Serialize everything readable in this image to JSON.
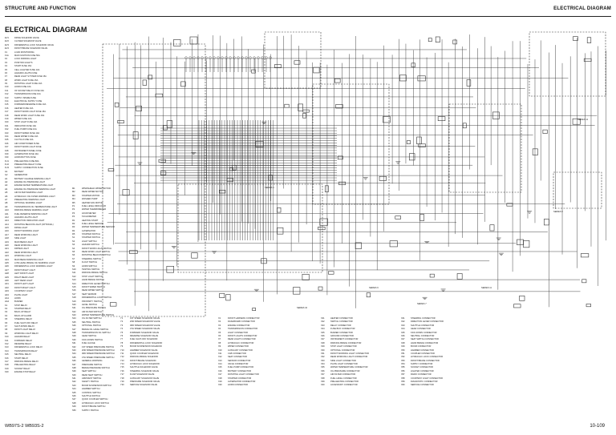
{
  "header": {
    "left": "STRUCTURE AND FUNCTION",
    "right": "ELECTRICAL DIAGRAM"
  },
  "title": "ELECTRICAL DIAGRAM",
  "footer": {
    "left": "WB97S-2  WB93S-2",
    "right": "10-109"
  },
  "legend_left": [
    {
      "code": "EV1",
      "text": "DRIVE SOLENOID VALVE"
    },
    {
      "code": "EV2",
      "text": "CLOSED SOLENOID VALVE"
    },
    {
      "code": "EV3",
      "text": "DIFFERENTIAL LOCK SOLENOID VALVE"
    },
    {
      "code": "EV4",
      "text": "FRONT BRAKE SOLENOID VALVE"
    },
    {
      "code": "F1",
      "text": "LOAD MONITORING"
    },
    {
      "code": "F1A",
      "text": "MAIN IGNITION FUSE 50A"
    },
    {
      "code": "F2",
      "text": "LOCK PARKING LIGHT"
    },
    {
      "code": "F3",
      "text": "POSITION LIGHTS"
    },
    {
      "code": "F4",
      "text": "START FUSE 15A"
    },
    {
      "code": "F5",
      "text": "CELL LIGHTER FUSE 10A"
    },
    {
      "code": "F6",
      "text": "HAZARD LIGHTS FUSE"
    },
    {
      "code": "F7",
      "text": "REAR LIGHT SYSTEM FUSE 15A"
    },
    {
      "code": "F8",
      "text": "WORK LIGHT FUSE 15A"
    },
    {
      "code": "F9",
      "text": "ROTATING LIGHT FUSE 10A"
    },
    {
      "code": "F10",
      "text": "HORN FUSE 10A"
    },
    {
      "code": "F11",
      "text": "OF SOCKET RELAY FUSE 10A"
    },
    {
      "code": "F12",
      "text": "TRANSMISSION FUSE 10A"
    },
    {
      "code": "F13",
      "text": "SUPPLY SPARE FUSE"
    },
    {
      "code": "F14",
      "text": "ELECTRICAL SUPPLY FUSE"
    },
    {
      "code": "F15",
      "text": "FORWARD/REVERSE FUSE 10A"
    },
    {
      "code": "F16",
      "text": "HEATER FUSE 10A"
    },
    {
      "code": "F17",
      "text": "FRONT WORK LIGHT FUSE 15A"
    },
    {
      "code": "F18",
      "text": "REAR WORK LIGHT FUSE 15A"
    },
    {
      "code": "F19",
      "text": "WIPER FUSE 10A"
    },
    {
      "code": "F20",
      "text": "STOP LIGHT FUSE 10A"
    },
    {
      "code": "F21",
      "text": "INDICATOR FUSE 10A"
    },
    {
      "code": "F22",
      "text": "FUEL PUMP FUSE 10A"
    },
    {
      "code": "F23",
      "text": "FRONT WIPER FUSE 10A"
    },
    {
      "code": "F24",
      "text": "REAR WIPER FUSE 10A"
    },
    {
      "code": "F25",
      "text": "CLUTCH FUSE 10A"
    },
    {
      "code": "F26",
      "text": "AIR CONDITIONER FUSE"
    },
    {
      "code": "F27",
      "text": "FRONT WORK LIGHT FUSE"
    },
    {
      "code": "F28",
      "text": "INSTRUMENT PANEL FUSE"
    },
    {
      "code": "F29",
      "text": "ALTERNATOR FUSE 10A"
    },
    {
      "code": "F30",
      "text": "HORN BUTTON FUSE"
    },
    {
      "code": "FU1",
      "text": "PRE-HEATING FUSE 80A"
    },
    {
      "code": "FU2",
      "text": "PREHEATING RELAY FUSE"
    },
    {
      "code": "FU3",
      "text": "SUPPLY CONNECTION FUSE"
    },
    {
      "code": "G1",
      "text": "BATTERY"
    },
    {
      "code": "G2",
      "text": "GENERATOR"
    },
    {
      "code": "H1",
      "text": "BATTERY CHARGE WARNING LIGHT"
    },
    {
      "code": "H2",
      "text": "ENGINE OIL PRESSURE LIGHT"
    },
    {
      "code": "H3",
      "text": "ENGINE WATER TEMPERATURE LIGHT"
    },
    {
      "code": "H4",
      "text": "ENGINE OIL PRESSURE WARNING LIGHT"
    },
    {
      "code": "H5",
      "text": "AIR FILTER WARNING LIGHT"
    },
    {
      "code": "H6",
      "text": "HYDRAULIC OIL FILTER WARNING LIGHT"
    },
    {
      "code": "H7",
      "text": "PREHEATING WARNING LIGHT"
    },
    {
      "code": "H8",
      "text": "OPTIONAL WARNING LIGHT"
    },
    {
      "code": "H9",
      "text": "TRANSMISSION OIL TEMPERATURE LIGHT"
    },
    {
      "code": "H10",
      "text": "PARKING BRAKE WARNING LIGHT"
    },
    {
      "code": "H11",
      "text": "FUEL RESERVE WARNING LIGHT"
    },
    {
      "code": "H12",
      "text": "HAZARD LIGHTS LIGHT"
    },
    {
      "code": "H13",
      "text": "DIRECTION INDICATOR LIGHT"
    },
    {
      "code": "H14",
      "text": "ROTATING BEACON LIGHT (OPTIONAL)"
    },
    {
      "code": "H15",
      "text": "DRIVE LIGHT"
    },
    {
      "code": "H16",
      "text": "FRONT WORKING LIGHT"
    },
    {
      "code": "H17",
      "text": "REAR WORKING LIGHT"
    },
    {
      "code": "H18",
      "text": "SIDE LIGHT"
    },
    {
      "code": "H19",
      "text": "MAIN BEAM LIGHT"
    },
    {
      "code": "H20",
      "text": "REAR WORKING LIGHT"
    },
    {
      "code": "H21",
      "text": "DIPPED LIGHT"
    },
    {
      "code": "H22",
      "text": "REAR WORKING LIGHT"
    },
    {
      "code": "H23",
      "text": "WORKING LIGHT"
    },
    {
      "code": "H24",
      "text": "MAIN BEAM WARNING LIGHT"
    },
    {
      "code": "H25",
      "text": "LOW LEVEL BRAKE OIL WARNING LIGHT"
    },
    {
      "code": "H26",
      "text": "DIFFERENTIAL LOCK WARNING LIGHT"
    },
    {
      "code": "H27",
      "text": "FRONT RIGHT LIGHT"
    },
    {
      "code": "H28",
      "text": "LEFT FRONT LIGHT"
    },
    {
      "code": "H29",
      "text": "RIGHT REAR LIGHT"
    },
    {
      "code": "H30",
      "text": "LEFT REAR LIGHT"
    },
    {
      "code": "H31",
      "text": "FRONT LEFT LIGHT"
    },
    {
      "code": "H32",
      "text": "FRONT RIGHT LIGHT"
    },
    {
      "code": "H33",
      "text": "COURTESY LIGHT"
    },
    {
      "code": "H34",
      "text": "PLATE LIGHT"
    },
    {
      "code": "HA1",
      "text": "HORN"
    },
    {
      "code": "HA2",
      "text": "BUZZER"
    },
    {
      "code": "K1",
      "text": "STOP RELAY"
    },
    {
      "code": "K2",
      "text": "STARTER RELAY"
    },
    {
      "code": "K3",
      "text": "BACK-UP RELAY"
    },
    {
      "code": "K4",
      "text": "BACK-UP ALARM"
    },
    {
      "code": "K5",
      "text": "STEERING RELAY"
    },
    {
      "code": "K6",
      "text": "FUEL SHUT-OFF RELAY"
    },
    {
      "code": "K7",
      "text": "SHUT-DOWN RELAY"
    },
    {
      "code": "K8",
      "text": "FRONT LIGHT RELAY"
    },
    {
      "code": "K9",
      "text": "WORKING LIGHT RELAY"
    },
    {
      "code": "K10",
      "text": "HAZARD RELAY"
    },
    {
      "code": "K11",
      "text": "FORWARD RELAY"
    },
    {
      "code": "K12",
      "text": "REVERSE RELAY"
    },
    {
      "code": "K13",
      "text": "DIFFERENTIAL LOCK RELAY"
    },
    {
      "code": "K14",
      "text": "TRANSMISSION RELAY"
    },
    {
      "code": "K15",
      "text": "NEUTRAL RELAY"
    },
    {
      "code": "K16",
      "text": "START RELAY"
    },
    {
      "code": "K17",
      "text": "PARKING BRAKE RELAY"
    },
    {
      "code": "K18",
      "text": "PRE-HEATING RELAY"
    },
    {
      "code": "K19",
      "text": "SOCKET RELAY"
    },
    {
      "code": "K20",
      "text": "ENGINE STOP RELAY"
    }
  ],
  "legend_mid": [
    {
      "code": "M1",
      "text": "WINDSHIELD WIPER MOTOR"
    },
    {
      "code": "M2",
      "text": "REAR WIPER MOTOR"
    },
    {
      "code": "M3",
      "text": "STARTER MOTOR"
    },
    {
      "code": "M4",
      "text": "WASHER PUMP"
    },
    {
      "code": "M5",
      "text": "HEATER FAN MOTOR"
    },
    {
      "code": "P1",
      "text": "FUEL LEVEL INDICATOR"
    },
    {
      "code": "P2",
      "text": "WATER THERMOMETER"
    },
    {
      "code": "P3",
      "text": "HOUR METER"
    },
    {
      "code": "P4",
      "text": "TACHOMETER"
    },
    {
      "code": "R1",
      "text": "HEATING START"
    },
    {
      "code": "R2",
      "text": "FUEL LEVEL SENSOR"
    },
    {
      "code": "R3",
      "text": "WATER TEMPERATURE SENSOR"
    },
    {
      "code": "R4",
      "text": "ALTERNATOR"
    },
    {
      "code": "R5",
      "text": "STARTER SWITCH"
    },
    {
      "code": "S1",
      "text": "STARTER SWITCH"
    },
    {
      "code": "S2",
      "text": "LIGHT SWITCH"
    },
    {
      "code": "S3",
      "text": "HAZARD SWITCH"
    },
    {
      "code": "S4",
      "text": "FRONT WORK LIGHT SWITCH"
    },
    {
      "code": "S5",
      "text": "REAR WORK LIGHT SWITCH"
    },
    {
      "code": "S6",
      "text": "ROTATING BEACON SWITCH"
    },
    {
      "code": "S7",
      "text": "STEERING SWITCH"
    },
    {
      "code": "S8",
      "text": "FLOAT SWITCH"
    },
    {
      "code": "S9",
      "text": "HORN SWITCH"
    },
    {
      "code": "S10",
      "text": "TESTING SWITCH"
    },
    {
      "code": "S11",
      "text": "PARKING BRAKE SWITCH"
    },
    {
      "code": "S12",
      "text": "STOP LIGHT SWITCH"
    },
    {
      "code": "S13",
      "text": "HAND BRAKE SWITCH"
    },
    {
      "code": "S14",
      "text": "DIRECTION LEVER SWITCH"
    },
    {
      "code": "S15",
      "text": "FRONT WIPER SWITCH"
    },
    {
      "code": "S16",
      "text": "REAR WIPER SWITCH"
    },
    {
      "code": "S17",
      "text": "SEAT SENSOR"
    },
    {
      "code": "S18",
      "text": "DIFFERENTIAL LOCK SWITCH"
    },
    {
      "code": "S19",
      "text": "PROXIMITY SWITCH"
    },
    {
      "code": "S20",
      "text": "LEVEL SWITCH"
    },
    {
      "code": "S21",
      "text": "OIL PRESSURE SWITCH"
    },
    {
      "code": "S22",
      "text": "AIR FILTER SWITCH"
    },
    {
      "code": "S23",
      "text": "WATER TEMPERATURE SWITCH"
    },
    {
      "code": "S24",
      "text": "OIL FILTER SWITCH"
    },
    {
      "code": "S25",
      "text": "NEUTRAL SWITCH"
    },
    {
      "code": "S26",
      "text": "OPTIONAL SWITCH"
    },
    {
      "code": "S27",
      "text": "BRAKE OIL LEVEL SWITCH"
    },
    {
      "code": "S28",
      "text": "TRANSMISSION OIL SWITCH"
    },
    {
      "code": "S29",
      "text": "GEAR SWITCH"
    },
    {
      "code": "S30",
      "text": "KICK-DOWN SWITCH"
    },
    {
      "code": "S31",
      "text": "FUEL GAUGE"
    },
    {
      "code": "S32",
      "text": "1ST SPEED PRESSURE SWITCH"
    },
    {
      "code": "S33",
      "text": "2ND SPEED PRESSURE SWITCH"
    },
    {
      "code": "S34",
      "text": "3RD SPEED PRESSURE SWITCH"
    },
    {
      "code": "S35",
      "text": "4TH SPEED PRESSURE SWITCH"
    },
    {
      "code": "S36",
      "text": "GENERAL WARNING"
    },
    {
      "code": "S37",
      "text": "PRESSURE SWITCH"
    },
    {
      "code": "S38",
      "text": "BRAKE PRESSURE SWITCH"
    },
    {
      "code": "S39",
      "text": "SEAT SWITCH"
    },
    {
      "code": "S40",
      "text": "REAR SEAT SWITCH"
    },
    {
      "code": "S41",
      "text": "ARM REST SWITCH"
    },
    {
      "code": "S42",
      "text": "SAFETY SWITCH"
    },
    {
      "code": "S43",
      "text": "BOOM SUSPENSION SWITCH"
    },
    {
      "code": "S44",
      "text": "HAMMER SWITCH"
    },
    {
      "code": "S45",
      "text": "CONTROL SWITCH"
    },
    {
      "code": "S46",
      "text": "SHUTTLE SWITCH"
    },
    {
      "code": "S47",
      "text": "QUICK COUPLER SWITCH"
    },
    {
      "code": "S48",
      "text": "HYDRAULIC LOCK SWITCH"
    },
    {
      "code": "S49",
      "text": "FRONT BRAKE SWITCH"
    },
    {
      "code": "S50",
      "text": "SUPPLY SWITCH"
    }
  ],
  "legend_bottom": [
    {
      "code": "Y1",
      "text": "1ST SPEED SOLENOID VALVE"
    },
    {
      "code": "Y2",
      "text": "2ND SPEED SOLENOID VALVE"
    },
    {
      "code": "Y3",
      "text": "3RD SPEED SOLENOID VALVE"
    },
    {
      "code": "Y4",
      "text": "4TH SPEED SOLENOID VALVE"
    },
    {
      "code": "Y5",
      "text": "FORWARD SOLENOID VALVE"
    },
    {
      "code": "Y6",
      "text": "REVERSE SOLENOID VALVE"
    },
    {
      "code": "Y7",
      "text": "FUEL SHUT-OFF SOLENOID"
    },
    {
      "code": "Y8",
      "text": "DIFFERENTIAL LOCK SOLENOID"
    },
    {
      "code": "Y9",
      "text": "BOOM SUSPENSION SOLENOID"
    },
    {
      "code": "Y10",
      "text": "HAMMER SOLENOID VALVE"
    },
    {
      "code": "Y11",
      "text": "QUICK COUPLER SOLENOID"
    },
    {
      "code": "Y12",
      "text": "PARKING BRAKE SOLENOID"
    },
    {
      "code": "Y13",
      "text": "FRONT BRAKE SOLENOID"
    },
    {
      "code": "Y14",
      "text": "HYDRAULIC LOCK SOLENOID"
    },
    {
      "code": "Y15",
      "text": "SHUTTLE SOLENOID VALVE"
    },
    {
      "code": "Y16",
      "text": "STEERING SOLENOID VALVE"
    },
    {
      "code": "Y17",
      "text": "FLOW SOLENOID VALVE"
    },
    {
      "code": "Y18",
      "text": "AUXILIARY SOLENOID VALVE"
    },
    {
      "code": "Y19",
      "text": "PRESSURE SOLENOID VALVE"
    },
    {
      "code": "Y20",
      "text": "SERVICE SOLENOID VALVE"
    },
    {
      "code": "X1",
      "text": "FRONT HARNESS CONNECTOR"
    },
    {
      "code": "X2",
      "text": "DASHBOARD CONNECTOR"
    },
    {
      "code": "X3",
      "text": "ENGINE CONNECTOR"
    },
    {
      "code": "X4",
      "text": "TRANSMISSION CONNECTOR"
    },
    {
      "code": "X5",
      "text": "LIGHT CONNECTOR"
    },
    {
      "code": "X6",
      "text": "FRONT LIGHTS CONNECTOR"
    },
    {
      "code": "X7",
      "text": "REAR LIGHTS CONNECTOR"
    },
    {
      "code": "X8",
      "text": "HYDRAULIC CONNECTOR"
    },
    {
      "code": "X9",
      "text": "WIPER CONNECTOR"
    },
    {
      "code": "X10",
      "text": "AUXILIARY CONNECTOR"
    },
    {
      "code": "X11",
      "text": "CAB CONNECTOR"
    },
    {
      "code": "X12",
      "text": "SEAT CONNECTOR"
    },
    {
      "code": "X13",
      "text": "SENSOR CONNECTOR"
    },
    {
      "code": "X14",
      "text": "VALVE CONNECTOR"
    },
    {
      "code": "X15",
      "text": "FUEL PUMP CONNECTOR"
    },
    {
      "code": "X16",
      "text": "BATTERY CONNECTOR"
    },
    {
      "code": "X17",
      "text": "ROTATING LIGHT CONNECTOR"
    },
    {
      "code": "X18",
      "text": "STARTER CONNECTOR"
    },
    {
      "code": "X19",
      "text": "ALTERNATOR CONNECTOR"
    },
    {
      "code": "X20",
      "text": "HORN CONNECTOR"
    },
    {
      "code": "X21",
      "text": "HEATER CONNECTOR"
    },
    {
      "code": "X22",
      "text": "SWITCH CONNECTOR"
    },
    {
      "code": "X23",
      "text": "RELAY CONNECTOR"
    },
    {
      "code": "X24",
      "text": "FUSE BOX CONNECTOR"
    },
    {
      "code": "X25",
      "text": "BUZZER CONNECTOR"
    },
    {
      "code": "X26",
      "text": "GROUND CONNECTOR"
    },
    {
      "code": "X27",
      "text": "INSTRUMENT CONNECTOR"
    },
    {
      "code": "X28",
      "text": "PARKING BRAKE CONNECTOR"
    },
    {
      "code": "X29",
      "text": "STOP LIGHT CONNECTOR"
    },
    {
      "code": "X30",
      "text": "OPTIONAL CONNECTOR"
    },
    {
      "code": "X31",
      "text": "FRONT WORKING LIGHT CONNECTOR"
    },
    {
      "code": "X32",
      "text": "REAR WORKING LIGHT CONNECTOR"
    },
    {
      "code": "X33",
      "text": "SIDE LIGHT CONNECTOR"
    },
    {
      "code": "X34",
      "text": "PLATE LIGHT CONNECTOR"
    },
    {
      "code": "X35",
      "text": "WATER TEMPERATURE CONNECTOR"
    },
    {
      "code": "X36",
      "text": "OIL PRESSURE CONNECTOR"
    },
    {
      "code": "X37",
      "text": "AIR FILTER CONNECTOR"
    },
    {
      "code": "X38",
      "text": "FUEL LEVEL CONNECTOR"
    },
    {
      "code": "X39",
      "text": "PRE-HEATING CONNECTOR"
    },
    {
      "code": "X40",
      "text": "ACCESSORY CONNECTOR"
    },
    {
      "code": "X41",
      "text": "STEERING CONNECTOR"
    },
    {
      "code": "X42",
      "text": "DIRECTION LEVER CONNECTOR"
    },
    {
      "code": "X43",
      "text": "SHUTTLE CONNECTOR"
    },
    {
      "code": "X44",
      "text": "GEAR CONNECTOR"
    },
    {
      "code": "X45",
      "text": "KICK-DOWN CONNECTOR"
    },
    {
      "code": "X46",
      "text": "NEUTRAL CONNECTOR"
    },
    {
      "code": "X47",
      "text": "SEAT SWITCH CONNECTOR"
    },
    {
      "code": "X48",
      "text": "HAND BRAKE CONNECTOR"
    },
    {
      "code": "X49",
      "text": "BOOM CONNECTOR"
    },
    {
      "code": "X50",
      "text": "HAMMER CONNECTOR"
    },
    {
      "code": "X51",
      "text": "COUPLER CONNECTOR"
    },
    {
      "code": "X52",
      "text": "HYDRAULIC LOCK CONNECTOR"
    },
    {
      "code": "X53",
      "text": "FRONT BRAKE CONNECTOR"
    },
    {
      "code": "X54",
      "text": "SUPPLY CONNECTOR"
    },
    {
      "code": "X55",
      "text": "SOCKET CONNECTOR"
    },
    {
      "code": "X56",
      "text": "LIGHTER CONNECTOR"
    },
    {
      "code": "X57",
      "text": "RADIO CONNECTOR"
    },
    {
      "code": "X58",
      "text": "COURTESY LIGHT CONNECTOR"
    },
    {
      "code": "X59",
      "text": "DIAGNOSTIC CONNECTOR"
    },
    {
      "code": "X60",
      "text": "SERVICE CONNECTOR"
    }
  ],
  "box_labels": [
    "SERIES 6",
    "SERIES 7",
    "SERIES 8",
    "SERIES 9",
    "SERIES 10",
    "SERIES 11",
    "SERIES 12"
  ],
  "colors": {
    "ink": "#111111",
    "wire": "#333333",
    "paper": "#ffffff"
  }
}
